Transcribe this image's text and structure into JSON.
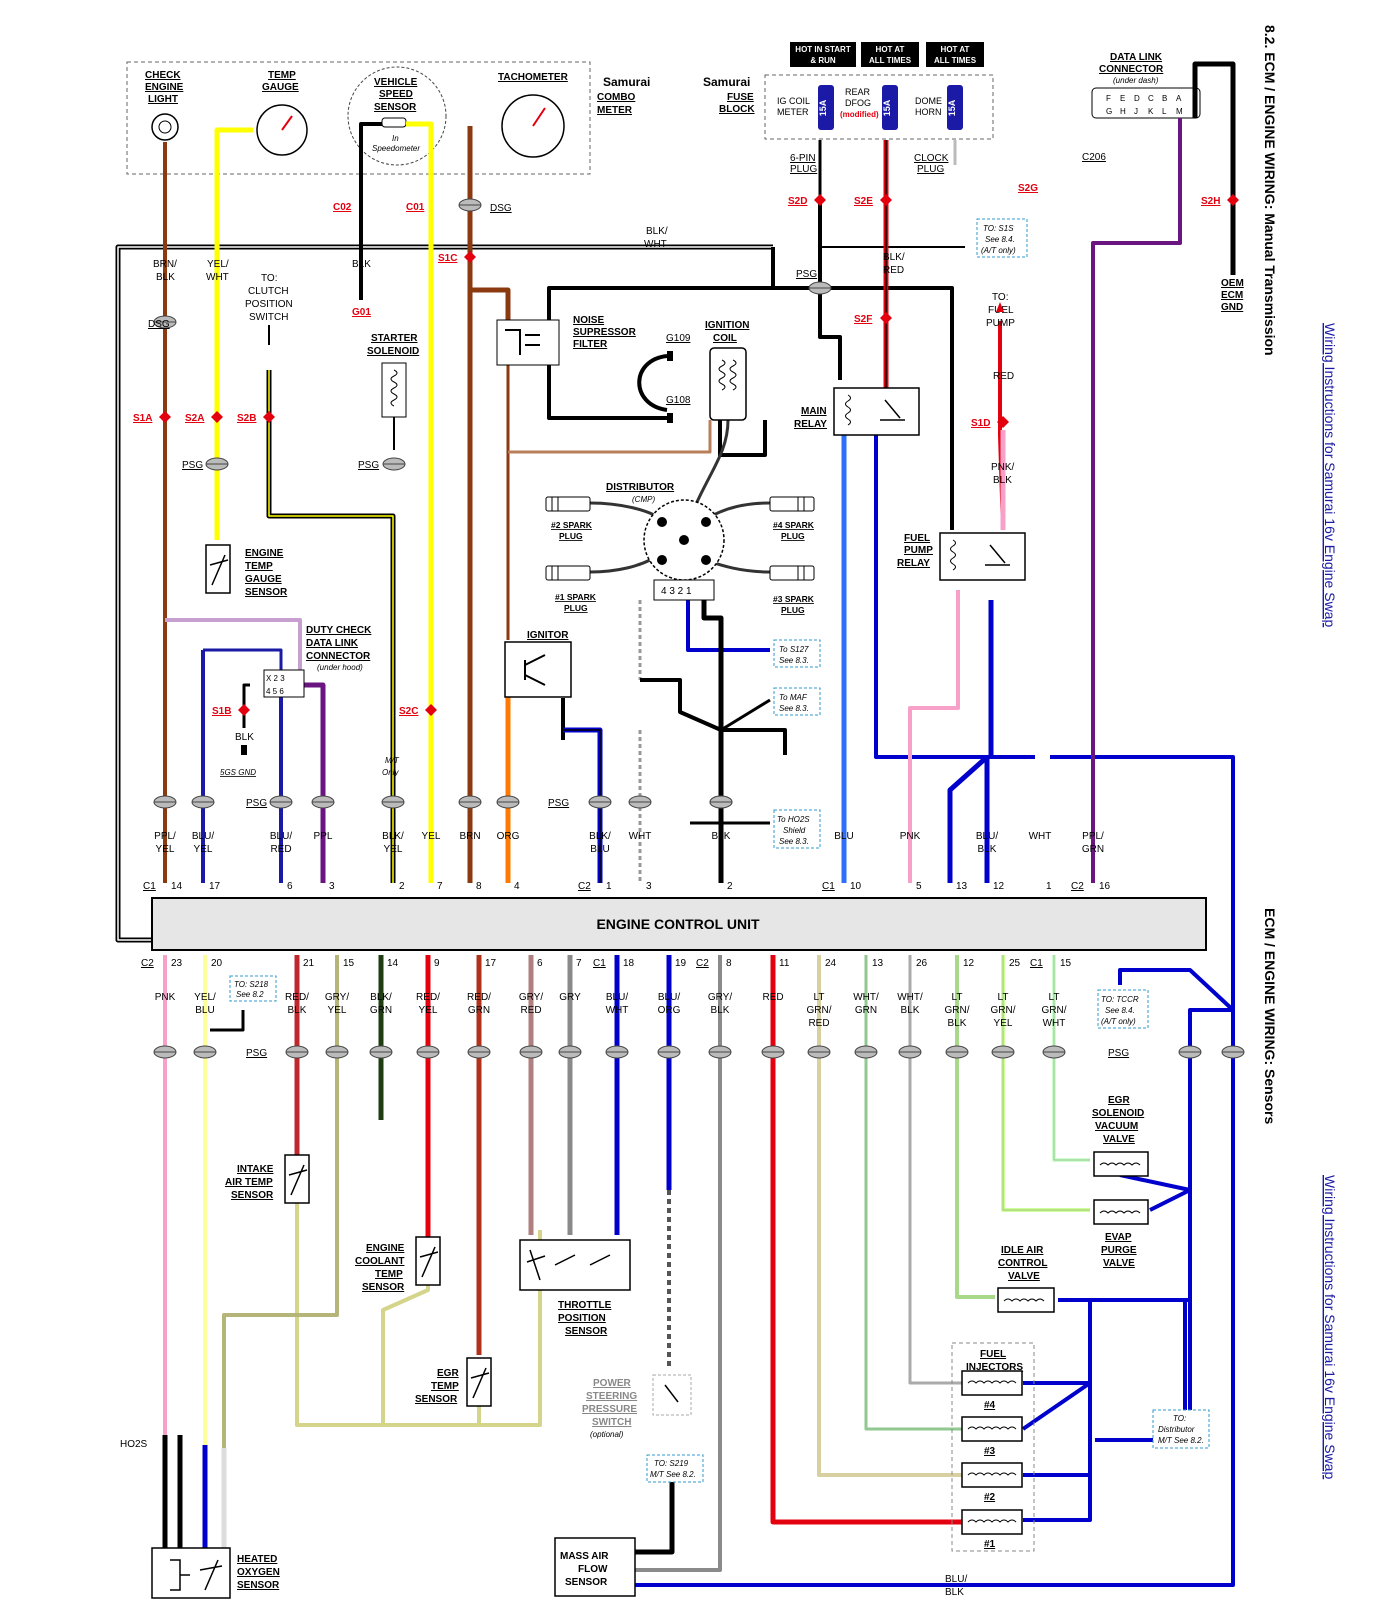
{
  "titles": {
    "top": "8.2. ECM / ENGINE WIRING: Manual Transmission",
    "bottom": "ECM / ENGINE WIRING: Sensors"
  },
  "links": {
    "top": "Wiring Instructions for Samurai 16v Engine Swap",
    "bottom": "Wiring Instructions for Samurai 16v Engine Swap"
  },
  "meter": {
    "name_1": "Samurai",
    "name_2": "COMBO",
    "name_3": "METER",
    "check_engine": [
      "CHECK",
      "ENGINE",
      "LIGHT"
    ],
    "temp_gauge": [
      "TEMP",
      "GAUGE"
    ],
    "vss": [
      "VEHICLE",
      "SPEED",
      "SENSOR"
    ],
    "vss_note": [
      "In",
      "Speedometer"
    ],
    "tach": "TACHOMETER"
  },
  "fuse_block": {
    "name_1": "Samurai",
    "name_2": "FUSE",
    "name_3": "BLOCK",
    "hdr1": [
      "HOT IN START",
      "& RUN"
    ],
    "hdr2": [
      "HOT AT",
      "ALL TIMES"
    ],
    "hdr3": [
      "HOT AT",
      "ALL TIMES"
    ],
    "f1": [
      "IG COIL",
      "METER"
    ],
    "f2": [
      "REAR",
      "DFOG",
      "(modified)"
    ],
    "f3": [
      "DOME",
      "HORN"
    ],
    "amp": "15A",
    "plug6": [
      "6-PIN",
      "PLUG"
    ],
    "clock": [
      "CLOCK",
      "PLUG"
    ]
  },
  "dlc": {
    "title": [
      "DATA LINK",
      "CONNECTOR"
    ],
    "note": "(under dash)",
    "pins_top": [
      "F",
      "E",
      "D",
      "C",
      "B",
      "A"
    ],
    "pins_bot": [
      "G",
      "H",
      "J",
      "K",
      "L",
      "M"
    ],
    "c206": "C206",
    "oem": [
      "OEM",
      "ECM",
      "GND"
    ]
  },
  "ecu": {
    "label": "ENGINE CONTROL UNIT"
  },
  "upper_wires": [
    "BRN/",
    "BLK",
    "YEL/",
    "WHT",
    "BLK",
    "BLK/",
    "WHT",
    "BLK/",
    "RED",
    "RED",
    "PNK/",
    "BLK"
  ],
  "ecu_top_pins": [
    {
      "color": "PPL/\nYEL",
      "conn": "C1",
      "pin": "14"
    },
    {
      "color": "BLU/\nYEL",
      "conn": "",
      "pin": "17"
    },
    {
      "color": "BLU/\nRED",
      "conn": "",
      "pin": "6"
    },
    {
      "color": "PPL",
      "conn": "",
      "pin": "3"
    },
    {
      "color": "BLK/\nYEL",
      "conn": "",
      "pin": "2"
    },
    {
      "color": "YEL",
      "conn": "",
      "pin": "7"
    },
    {
      "color": "BRN",
      "conn": "",
      "pin": "8"
    },
    {
      "color": "ORG",
      "conn": "",
      "pin": "4"
    },
    {
      "color": "BLK/\nBLU",
      "conn": "C2",
      "pin": "1"
    },
    {
      "color": "WHT",
      "conn": "",
      "pin": "3"
    },
    {
      "color": "BLK",
      "conn": "",
      "pin": "2"
    },
    {
      "color": "BLU",
      "conn": "C1",
      "pin": "10"
    },
    {
      "color": "PNK",
      "conn": "",
      "pin": "5"
    },
    {
      "color": "",
      "conn": "",
      "pin": "13"
    },
    {
      "color": "BLU/\nBLK",
      "conn": "",
      "pin": "12"
    },
    {
      "color": "WHT",
      "conn": "",
      "pin": "1"
    },
    {
      "color": "PPL/\nGRN",
      "conn": "C2",
      "pin": "16"
    }
  ],
  "ecu_bottom_pins": [
    {
      "color": "PNK",
      "conn": "C2",
      "pin": "23"
    },
    {
      "color": "YEL/\nBLU",
      "conn": "",
      "pin": "20"
    },
    {
      "color": "RED/\nBLK",
      "conn": "",
      "pin": "21"
    },
    {
      "color": "GRY/\nYEL",
      "conn": "",
      "pin": "15"
    },
    {
      "color": "BLK/\nGRN",
      "conn": "",
      "pin": "14"
    },
    {
      "color": "RED/\nYEL",
      "conn": "",
      "pin": "9"
    },
    {
      "color": "RED/\nGRN",
      "conn": "",
      "pin": "17"
    },
    {
      "color": "GRY/\nRED",
      "conn": "",
      "pin": "6"
    },
    {
      "color": "GRY",
      "conn": "",
      "pin": "7"
    },
    {
      "color": "BLU/\nWHT",
      "conn": "C1",
      "pin": "18"
    },
    {
      "color": "BLU/\nORG",
      "conn": "",
      "pin": "19"
    },
    {
      "color": "GRY/\nBLK",
      "conn": "C2",
      "pin": "8"
    },
    {
      "color": "RED",
      "conn": "",
      "pin": "11"
    },
    {
      "color": "LT\nGRN/\nRED",
      "conn": "",
      "pin": "24"
    },
    {
      "color": "WHT/\nGRN",
      "conn": "",
      "pin": "13"
    },
    {
      "color": "WHT/\nBLK",
      "conn": "",
      "pin": "26"
    },
    {
      "color": "LT\nGRN/\nBLK",
      "conn": "",
      "pin": "12"
    },
    {
      "color": "LT\nGRN/\nYEL",
      "conn": "",
      "pin": "25"
    },
    {
      "color": "LT\nGRN/\nWHT",
      "conn": "C1",
      "pin": "15"
    }
  ],
  "splices": [
    "S1A",
    "S2A",
    "S2B",
    "S1B",
    "S2C",
    "S1C",
    "S2D",
    "S2E",
    "S2F",
    "S1D",
    "S2G",
    "S2H",
    "C02",
    "C01",
    "G01"
  ],
  "components": {
    "clutch": [
      "TO:",
      "CLUTCH",
      "POSITION",
      "SWITCH"
    ],
    "starter": [
      "STARTER",
      "SOLENOID"
    ],
    "noise": [
      "NOISE",
      "SUPRESSOR",
      "FILTER"
    ],
    "ign_coil": [
      "IGNITION",
      "COIL"
    ],
    "main_relay": [
      "MAIN",
      "RELAY"
    ],
    "fuel_pump": [
      "TO:",
      "FUEL",
      "PUMP"
    ],
    "fuel_pump_relay": [
      "FUEL",
      "PUMP",
      "RELAY"
    ],
    "distributor": [
      "DISTRIBUTOR",
      "(CMP)"
    ],
    "spark2": [
      "#2 SPARK",
      "PLUG"
    ],
    "spark4": [
      "#4 SPARK",
      "PLUG"
    ],
    "spark1": [
      "#1 SPARK",
      "PLUG"
    ],
    "spark3": [
      "#3 SPARK",
      "PLUG"
    ],
    "ignitor": "IGNITOR",
    "engine_temp": [
      "ENGINE",
      "TEMP",
      "GAUGE",
      "SENSOR"
    ],
    "duty": [
      "DUTY CHECK",
      "DATA LINK",
      "CONNECTOR",
      "(under hood)"
    ],
    "gnd5gs": "5GS GND",
    "mt_only": [
      "M/T",
      "Only"
    ],
    "sls": [
      "TO: S1S",
      "See 8.4.",
      "(A/T only)"
    ],
    "s127note": [
      "To S127",
      "See 8.3."
    ],
    "mafnote": [
      "To MAF",
      "See 8.3."
    ],
    "ho2snote": [
      "To HO2S",
      "Shield",
      "See 8.3."
    ],
    "s218note": [
      "TO: S218",
      "See 8.2"
    ],
    "tccr": [
      "TO: TCCR",
      "See 8.4.",
      "(A/T only)"
    ],
    "iat": [
      "INTAKE",
      "AIR TEMP",
      "SENSOR"
    ],
    "ect": [
      "ENGINE",
      "COOLANT",
      "TEMP",
      "SENSOR"
    ],
    "egrt": [
      "EGR",
      "TEMP",
      "SENSOR"
    ],
    "tps": [
      "THROTTLE",
      "POSITION",
      "SENSOR"
    ],
    "psps": [
      "POWER",
      "STEERING",
      "PRESSURE",
      "SWITCH",
      "(optional)"
    ],
    "egrv": [
      "EGR",
      "SOLENOID",
      "VACUUM",
      "VALVE"
    ],
    "evap": [
      "EVAP",
      "PURGE",
      "VALVE"
    ],
    "iac": [
      "IDLE AIR",
      "CONTROL",
      "VALVE"
    ],
    "inj": [
      "FUEL",
      "INJECTORS"
    ],
    "inj_nums": [
      "#4",
      "#3",
      "#2",
      "#1"
    ],
    "distnote": [
      "TO:",
      "Distributor",
      "M/T See 8.2."
    ],
    "s219note": [
      "TO: S219",
      "M/T See 8.2."
    ],
    "maf": [
      "MASS AIR",
      "FLOW",
      "SENSOR"
    ],
    "ho2s": [
      "HEATED",
      "OXYGEN",
      "SENSOR"
    ],
    "blublk": [
      "BLU/",
      "BLK"
    ]
  },
  "colors": {
    "brown": "#8b3a0f",
    "yellow": "#ffff00",
    "black": "#000000",
    "red": "#e3000f",
    "blue": "#0000cc",
    "lightblue": "#2f6fff",
    "pink": "#f7a0c8",
    "purple": "#6b1580",
    "orange": "#ff7a00",
    "gray": "#8a8a8a",
    "ltgreen": "#ccff99",
    "green": "#2d5a1b"
  }
}
